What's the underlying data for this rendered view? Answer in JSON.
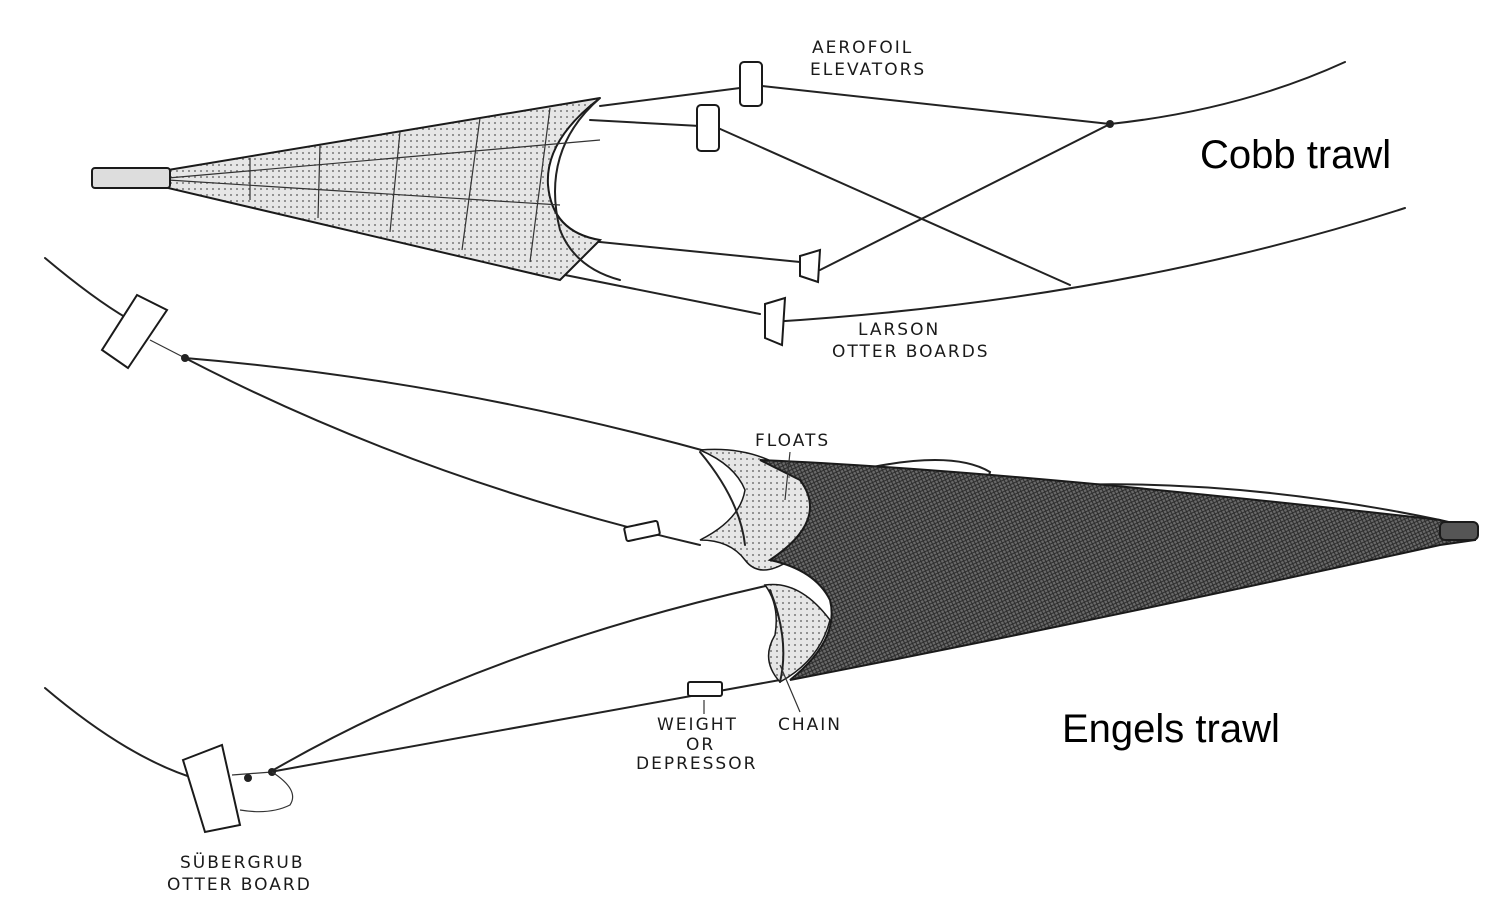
{
  "colors": {
    "ink": "#1a1a1a",
    "net_light": "#c8c8c8",
    "net_dark": "#4a4a4a",
    "background": "#ffffff"
  },
  "cobb": {
    "title": "Cobb trawl",
    "label_elevators_1": "AEROFOIL",
    "label_elevators_2": "ELEVATORS",
    "label_boards_1": "LARSON",
    "label_boards_2": "OTTER BOARDS"
  },
  "engels": {
    "title": "Engels trawl",
    "label_floats": "FLOATS",
    "label_weight_1": "WEIGHT",
    "label_weight_2": "OR",
    "label_weight_3": "DEPRESSOR",
    "label_chain": "CHAIN",
    "label_board_1": "SÜBERGRUB",
    "label_board_2": "OTTER BOARD"
  }
}
